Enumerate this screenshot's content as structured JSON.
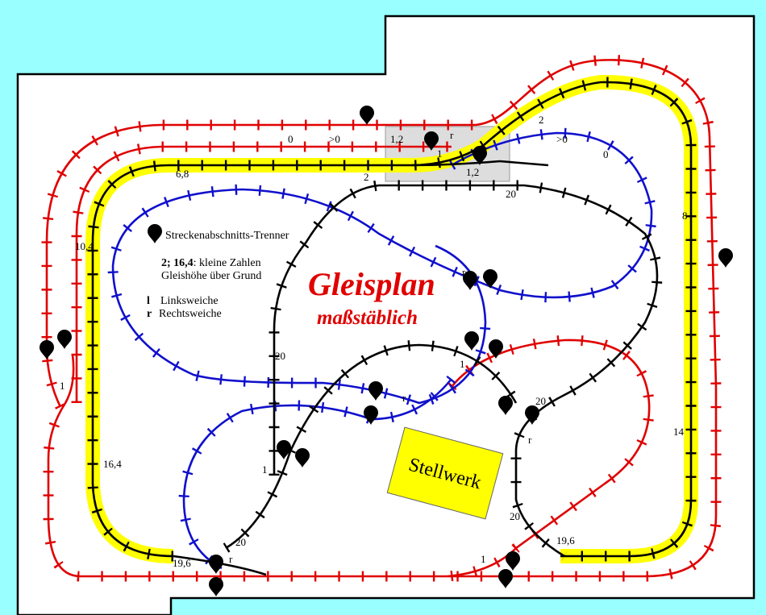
{
  "title": "Gleisplan",
  "subtitle": "maßstäblich",
  "control_room": "Stellwerk",
  "legend": {
    "separator": "Streckenabschnitts-Trenner",
    "heights_bold": "2; 16,4",
    "heights_text": ":  kleine Zahlen",
    "heights_text2": "Gleishöhe über Grund",
    "left_key": "l",
    "left_label": "Linksweiche",
    "right_key": "r",
    "right_label": "Rechtsweiche"
  },
  "colors": {
    "background": "#99ffff",
    "red_track": "#e00000",
    "blue_track": "#1010cc",
    "black_track": "#000000",
    "highlight": "#ffff00",
    "title": "#e00000"
  },
  "labels": [
    "0",
    ">0",
    "1,2",
    "r",
    "1",
    "1,2",
    "2",
    "6,8",
    "2",
    ">0",
    "0",
    "20",
    "8",
    "10,4",
    "20",
    "1",
    "r",
    "r",
    "1",
    "16,4",
    "1",
    "20",
    "19,6",
    "r",
    "r",
    "20",
    "14",
    "20",
    "19,6",
    "1"
  ]
}
